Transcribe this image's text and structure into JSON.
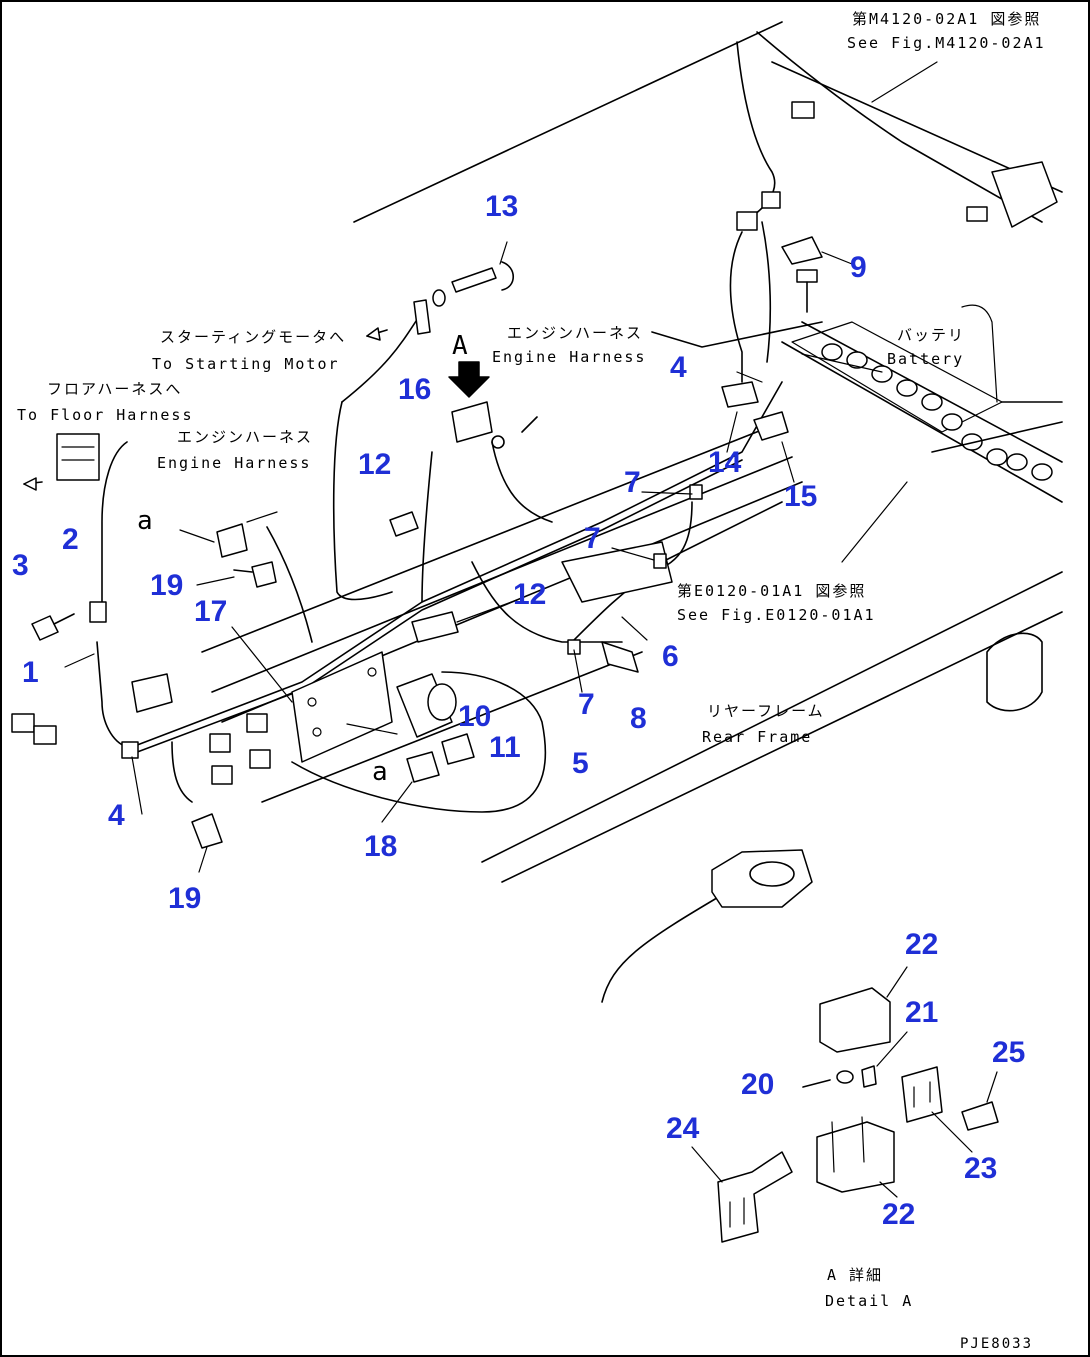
{
  "notes": {
    "ref_top_jp": "第M4120-02A1 図参照",
    "ref_top_en": "See Fig.M4120-02A1",
    "starting_motor_jp": "スターティングモータへ",
    "starting_motor_en": "To Starting Motor",
    "floor_harness_jp": "フロアハーネスへ",
    "floor_harness_en": "To Floor Harness",
    "engine_harness_left_jp": "エンジンハーネス",
    "engine_harness_left_en": "Engine Harness",
    "engine_harness_mid_jp": "エンジンハーネス",
    "engine_harness_mid_en": "Engine Harness",
    "battery_jp": "バッテリ",
    "battery_en": "Battery",
    "ref_mid_jp": "第E0120-01A1 図参照",
    "ref_mid_en": "See Fig.E0120-01A1",
    "rear_frame_jp": "リヤーフレーム",
    "rear_frame_en": "Rear Frame",
    "detail_jp": "A 詳細",
    "detail_en": "Detail A",
    "view_letter": "A",
    "marker_a_1": "a",
    "marker_a_2": "a",
    "drawing_number": "PJE8033"
  },
  "callouts": [
    {
      "id": "c13",
      "label": "13"
    },
    {
      "id": "c9",
      "label": "9"
    },
    {
      "id": "c4a",
      "label": "4"
    },
    {
      "id": "c16",
      "label": "16"
    },
    {
      "id": "c12a",
      "label": "12"
    },
    {
      "id": "c14",
      "label": "14"
    },
    {
      "id": "c7a",
      "label": "7"
    },
    {
      "id": "c15",
      "label": "15"
    },
    {
      "id": "c7b",
      "label": "7"
    },
    {
      "id": "c2",
      "label": "2"
    },
    {
      "id": "c3",
      "label": "3"
    },
    {
      "id": "c19a",
      "label": "19"
    },
    {
      "id": "c17",
      "label": "17"
    },
    {
      "id": "c12b",
      "label": "12"
    },
    {
      "id": "c6",
      "label": "6"
    },
    {
      "id": "c1",
      "label": "1"
    },
    {
      "id": "c7c",
      "label": "7"
    },
    {
      "id": "c8",
      "label": "8"
    },
    {
      "id": "c10",
      "label": "10"
    },
    {
      "id": "c11",
      "label": "11"
    },
    {
      "id": "c5",
      "label": "5"
    },
    {
      "id": "c4b",
      "label": "4"
    },
    {
      "id": "c18",
      "label": "18"
    },
    {
      "id": "c19b",
      "label": "19"
    },
    {
      "id": "c22a",
      "label": "22"
    },
    {
      "id": "c21",
      "label": "21"
    },
    {
      "id": "c25",
      "label": "25"
    },
    {
      "id": "c20",
      "label": "20"
    },
    {
      "id": "c24",
      "label": "24"
    },
    {
      "id": "c23",
      "label": "23"
    },
    {
      "id": "c22b",
      "label": "22"
    }
  ]
}
